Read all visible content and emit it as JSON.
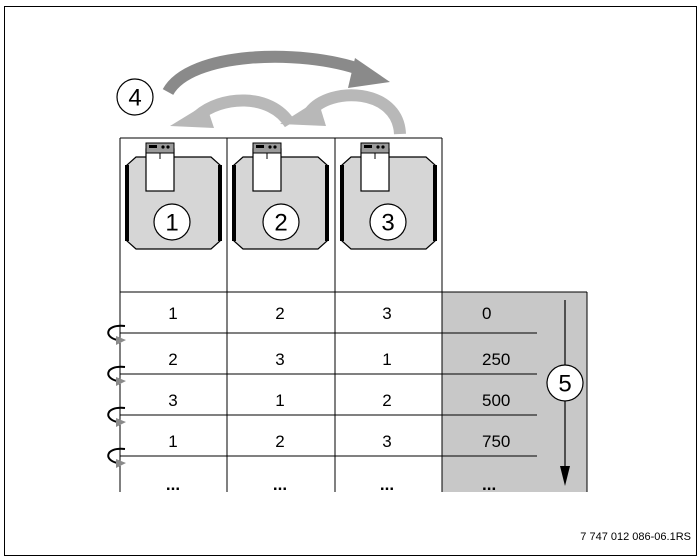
{
  "callouts": {
    "rotation": "4",
    "hours_axis": "5"
  },
  "boilers": [
    {
      "label": "1"
    },
    {
      "label": "2"
    },
    {
      "label": "3"
    }
  ],
  "sequence_rows": [
    {
      "order": [
        "1",
        "2",
        "3"
      ],
      "hours": "0"
    },
    {
      "order": [
        "2",
        "3",
        "1"
      ],
      "hours": "250"
    },
    {
      "order": [
        "3",
        "1",
        "2"
      ],
      "hours": "500"
    },
    {
      "order": [
        "1",
        "2",
        "3"
      ],
      "hours": "750"
    },
    {
      "order": [
        "...",
        "...",
        "..."
      ],
      "hours": "..."
    }
  ],
  "caption": "7 747 012 086-06.1RS",
  "colors": {
    "dark_arrow": "#8a8a8a",
    "light_arrow": "#b8b8b8",
    "hours_column": "#c8c8c8",
    "boiler_body": "#d6d6d6"
  }
}
